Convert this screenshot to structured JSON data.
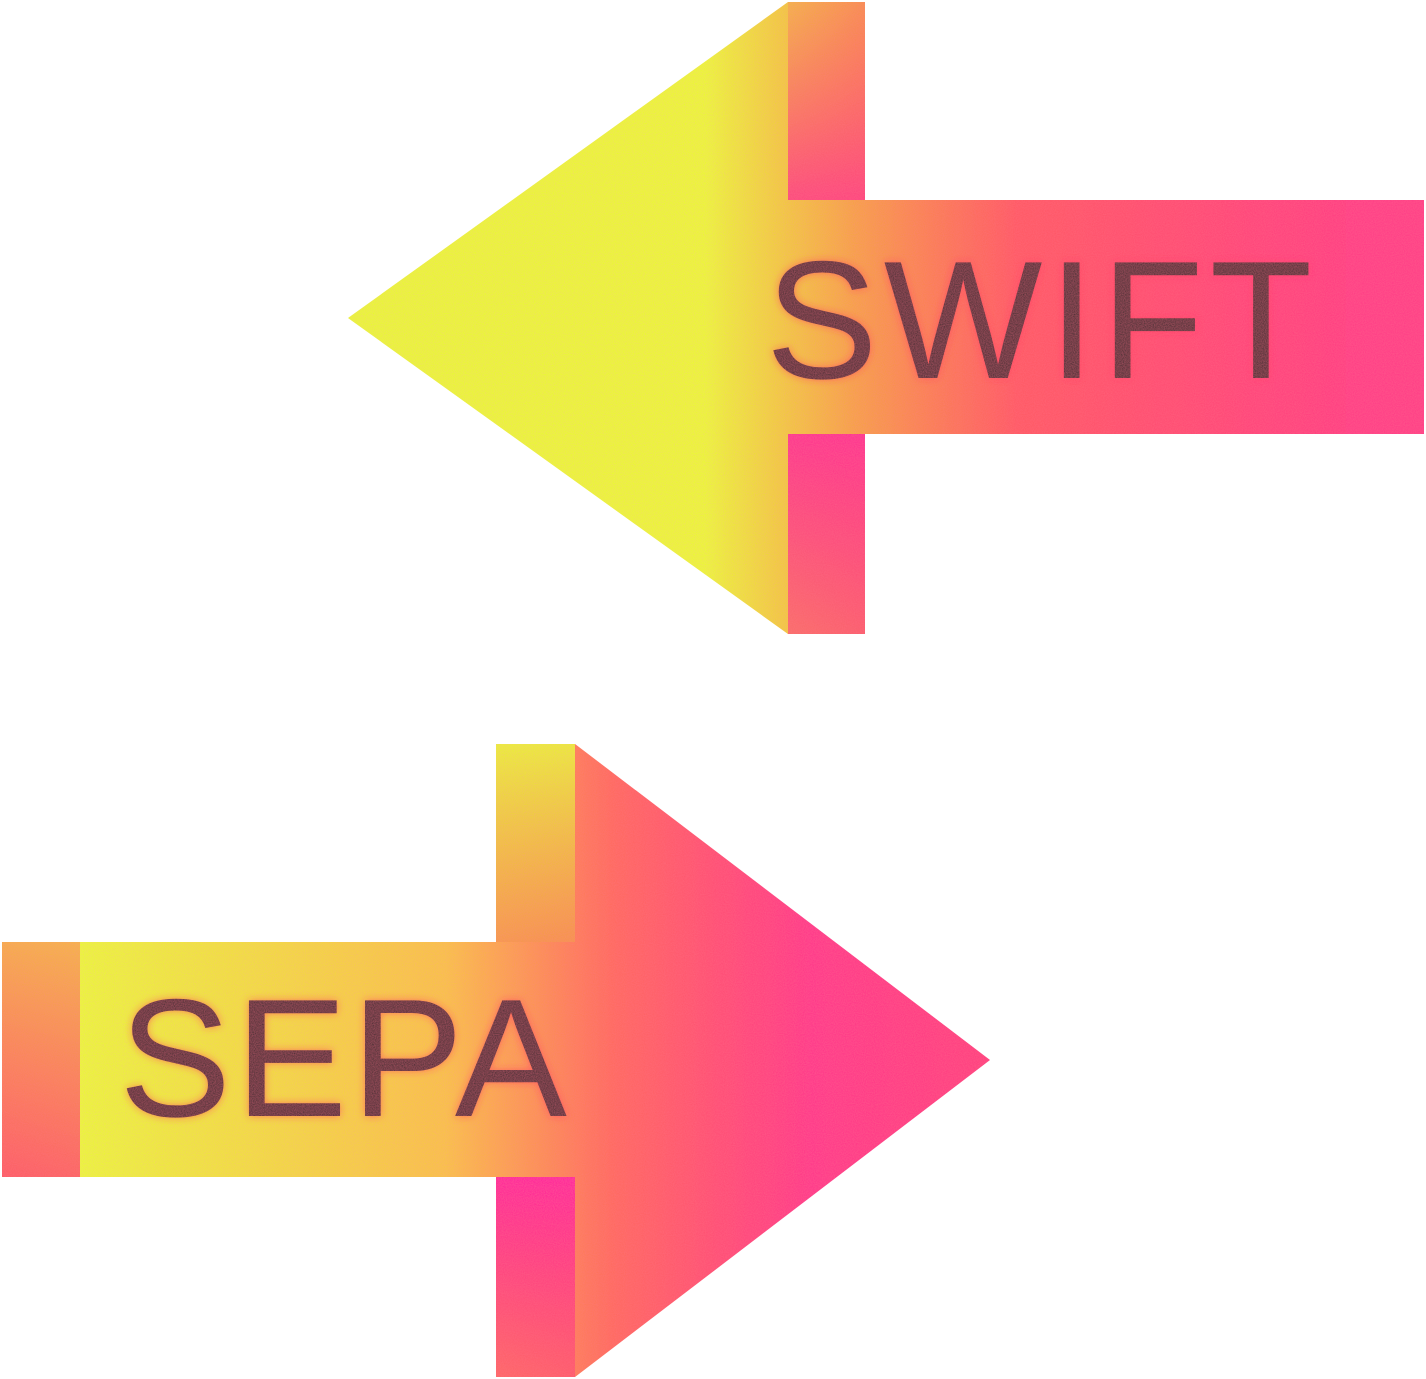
{
  "arrows": [
    {
      "id": "swift",
      "direction": "left",
      "label": "SWIFT",
      "gradient": [
        "#e6ff1e",
        "#ff2f8a"
      ],
      "text_color": "#2a2a2a"
    },
    {
      "id": "sepa",
      "direction": "right",
      "label": "SEPA",
      "gradient": [
        "#e6ff1e",
        "#ff2f8a"
      ],
      "text_color": "#2a2a2a"
    }
  ]
}
